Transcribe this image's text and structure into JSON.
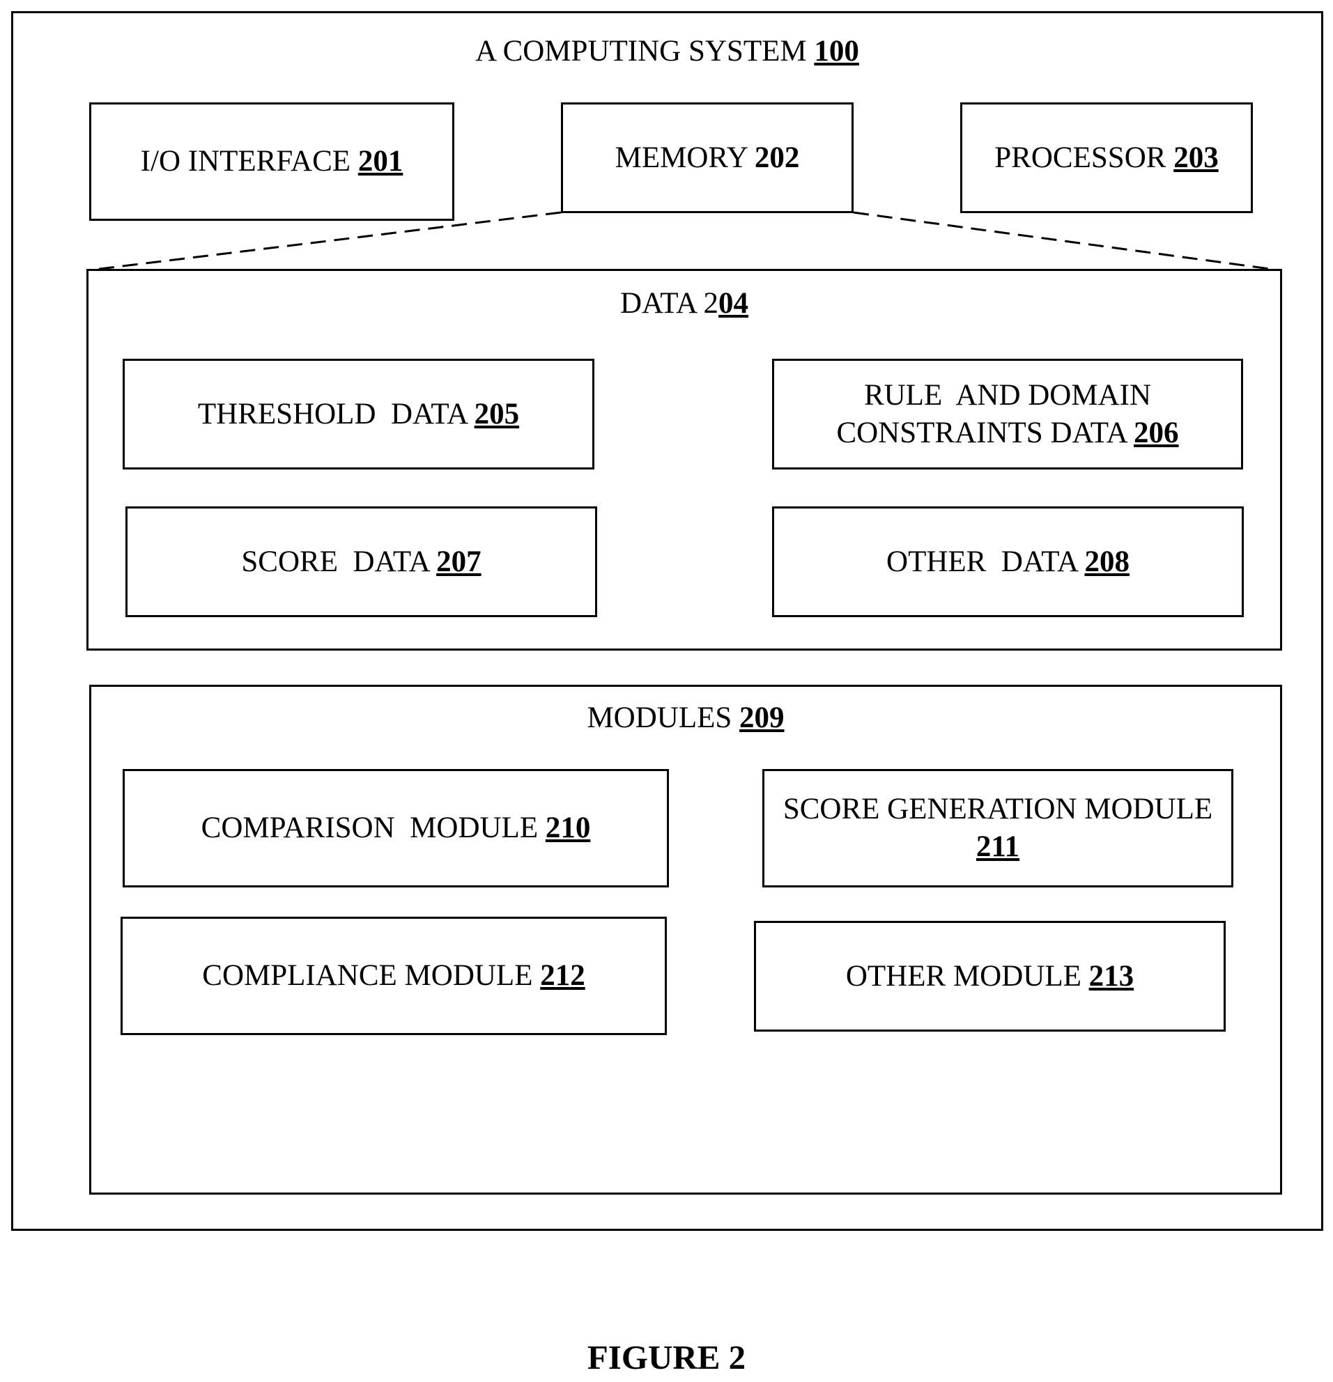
{
  "system": {
    "title": "A COMPUTING SYSTEM",
    "ref": "100"
  },
  "io_interface": {
    "label": "I/O INTERFACE",
    "ref": "201"
  },
  "memory": {
    "label": "MEMORY",
    "ref": "202"
  },
  "processor": {
    "label": "PROCESSOR",
    "ref": "203"
  },
  "data": {
    "title_plain": "DATA 2",
    "title_ref": "04",
    "threshold": {
      "label": "THRESHOLD  DATA",
      "ref": "205"
    },
    "rule": {
      "line1": "RULE  AND DOMAIN",
      "line2": "CONSTRAINTS DATA",
      "ref": "206"
    },
    "score": {
      "label": "SCORE  DATA",
      "ref": "207"
    },
    "other": {
      "label": "OTHER  DATA",
      "ref": "208"
    }
  },
  "modules": {
    "title": "MODULES",
    "ref": "209",
    "comparison": {
      "label": "COMPARISON  MODULE",
      "ref": "210"
    },
    "score_generation": {
      "label": "SCORE GENERATION MODULE",
      "ref": "211"
    },
    "compliance": {
      "label": "COMPLIANCE MODULE",
      "ref": "212"
    },
    "other": {
      "label": "OTHER MODULE",
      "ref": "213"
    }
  },
  "figure_caption": "FIGURE 2"
}
